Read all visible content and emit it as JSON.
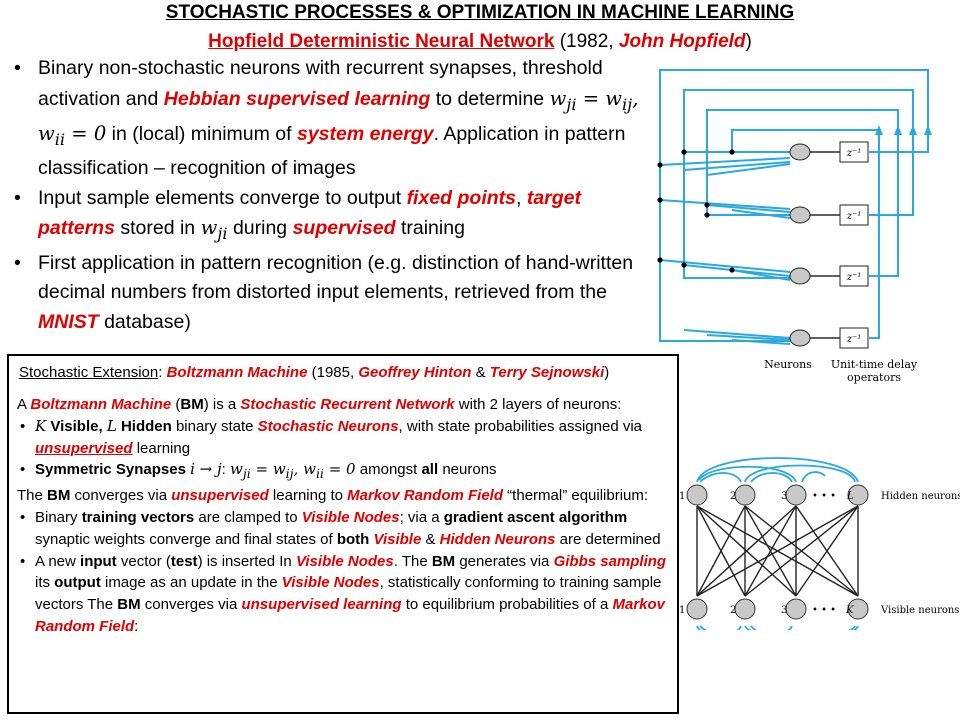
{
  "title": "STOCHASTIC PROCESSES & OPTIMIZATION IN MACHINE LEARNING",
  "subtitle": {
    "name": "Hopfield Deterministic Neural Network",
    "year": " (1982, ",
    "author": "John Hopfield",
    "close": ")"
  },
  "hopfield_bullets": [
    {
      "t1": "Binary non-stochastic neurons with recurrent synapses, threshold activation and ",
      "r1": "Hebbian supervised learning",
      "t2": " to determine ",
      "m1": "w",
      "m1s": "ji",
      "m2": " = w",
      "m2s": "ij",
      "m3": ", w",
      "m3s": "ii",
      "m4": " = 0",
      "t3": " in (local) minimum of ",
      "r2": "system energy",
      "t4": ". Application in pattern classification – recognition of images"
    },
    {
      "t1": "Input sample elements converge to output ",
      "r1": "fixed points",
      "t2": ", ",
      "r2": "target patterns",
      "t3": " stored in ",
      "m1": "w",
      "m1s": "ji",
      "t4": " during ",
      "r3": "supervised",
      "t5": " training"
    },
    {
      "t1": "First application in pattern recognition (e.g. distinction of hand-written decimal numbers from distorted input elements, retrieved from the ",
      "r1": "MNIST",
      "t2": " database)"
    }
  ],
  "box": {
    "head": {
      "label": "Stochastic Extension",
      "colon": ": ",
      "r1": "Boltzmann Machine",
      "t1": " (1985, ",
      "r2": "Geoffrey Hinton",
      "t2": " & ",
      "r3": "Terry Sejnowski",
      "t3": ")"
    },
    "intro": {
      "t1": "A ",
      "r1": "Boltzmann Machine",
      "t2": " (",
      "b1": "BM",
      "t3": ") is a ",
      "r2": "Stochastic Recurrent Network",
      "t4": " with 2 layers of neurons:"
    },
    "b1": {
      "m1": "K",
      "k1": " Visible, ",
      "m2": "L",
      "k2": " Hidden",
      "t1": " binary state ",
      "r1": "Stochastic Neurons",
      "t2": ", with state probabilities assigned via ",
      "r2": "unsupervised",
      "t3": " learning"
    },
    "b2": {
      "k1": "Symmetric Synapses ",
      "m1": "i → j",
      "t1": ":  ",
      "m2": "w",
      "m2s": "ji",
      "m3": " = w",
      "m3s": "ij",
      "m4": ", w",
      "m4s": "ii",
      "m5": " = 0",
      "t2": " amongst ",
      "k2": "all",
      "t3": " neurons"
    },
    "conv": {
      "t1": "The ",
      "b1": "BM",
      "t2": " converges via ",
      "r1": "unsupervised",
      "t3": " learning to ",
      "r2": "Markov Random Field",
      "t4": " “thermal” equilibrium:"
    },
    "b3": {
      "t1": "Binary ",
      "k1": "training vectors",
      "t2": " are clamped to ",
      "r1": "Visible Nodes",
      "t3": "; via a ",
      "k2": "gradient ascent algorithm",
      "t4": " synaptic weights converge and final states of ",
      "k3": "both",
      "t5": " ",
      "r2": "Visible",
      "t6": " & ",
      "r3": "Hidden Neurons",
      "t7": " are determined"
    },
    "b4": {
      "t1": "A new ",
      "k1": "input",
      "t2": " vector (",
      "k2": "test",
      "t3": ") is inserted In ",
      "r1": "Visible Nodes",
      "t4": ". The ",
      "k3": "BM",
      "t5": " generates via ",
      "r2": "Gibbs sampling",
      "t6": " its ",
      "k4": "output",
      "t7": " image as an update in the ",
      "r3": "Visible Nodes",
      "t8": ", statistically conforming to training sample vectors The ",
      "k5": "BM",
      "t9": " converges via ",
      "r4": "unsupervised learning",
      "t10": " to equilibrium probabilities of a ",
      "r5": "Markov Random Field",
      "t11": ":"
    }
  },
  "hopfield_diagram": {
    "delay": "z⁻¹",
    "neurons_label": "Neurons",
    "delay_label_1": "Unit-time delay",
    "delay_label_2": "operators"
  },
  "boltzmann_diagram": {
    "hidden_nums": [
      "1",
      "2",
      "3",
      "L"
    ],
    "visible_nums": [
      "1",
      "2",
      "3",
      "K"
    ],
    "dots": "• • •",
    "hidden_label": "Hidden neurons",
    "visible_label": "Visible neurons"
  },
  "colors": {
    "accent_red": "#e00000",
    "wire_blue": "#29a9df",
    "node_gray": "#c8c8c8"
  }
}
